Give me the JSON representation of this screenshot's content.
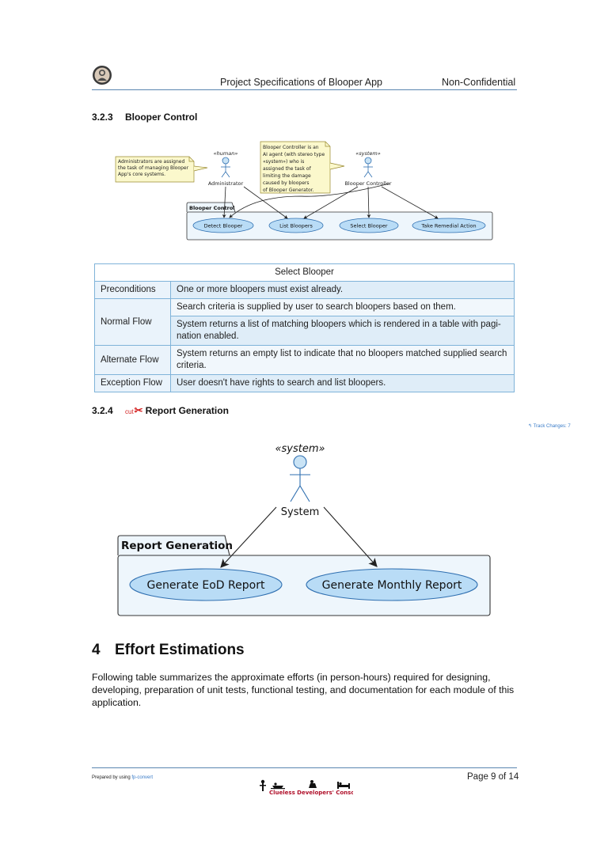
{
  "header": {
    "title": "Project Specifications of Blooper App",
    "classification": "Non-Confidential"
  },
  "section_323": {
    "number": "3.2.3",
    "title": "Blooper Control",
    "diagram": {
      "note_admin": [
        "Administrators are assigned",
        "the task of managing Blooper",
        "App's core systems."
      ],
      "note_controller": [
        "Blooper Controller is an",
        "AI agent (with stereo type",
        "«system») who is",
        "assigned the task of",
        "limiting the damage",
        "caused by bloopers",
        "of Blooper Generator."
      ],
      "actor_admin": {
        "stereotype": "«human»",
        "name": "Administrator"
      },
      "actor_controller": {
        "stereotype": "«system»",
        "name": "Blooper Controller"
      },
      "package": "Blooper Control",
      "use_cases": [
        "Detect Blooper",
        "List Bloopers",
        "Select Blooper",
        "Take Remedial Action"
      ]
    }
  },
  "table": {
    "title": "Select Blooper",
    "preconditions_label": "Preconditions",
    "preconditions": "One or more bloopers must exist already.",
    "normal_flow_label": "Normal Flow",
    "normal_flow": [
      "Search criteria is supplied by user to search bloopers based on them.",
      "System returns a list of matching bloopers which is rendered in a table with pagi-nation enabled."
    ],
    "alternate_flow_label": "Alternate Flow",
    "alternate_flow": "System returns an empty list to indicate that no bloopers matched supplied search criteria.",
    "exception_flow_label": "Exception Flow",
    "exception_flow": "User doesn't have rights to search and list bloopers."
  },
  "section_324": {
    "number": "3.2.4",
    "cut_tag": "cut",
    "title": "Report Generation",
    "track_changes": "↰ Track Changes: 7",
    "diagram": {
      "actor": {
        "stereotype": "«system»",
        "name": "System"
      },
      "package": "Report Generation",
      "use_cases": [
        "Generate EoD Report",
        "Generate Monthly Report"
      ]
    }
  },
  "section_4": {
    "number": "4",
    "title": "Effort Estimations",
    "paragraph": "Following table summarizes the approximate efforts (in person-hours) required for designing, developing, preparation of unit tests, functional testing, and documentation for each module of this application."
  },
  "footer": {
    "prepared_prefix": "Prepared by using ",
    "prepared_link": "fp-convert",
    "page": "Page 9 of 14",
    "consortium": "Clueless Developers' Consortium"
  },
  "colors": {
    "rule": "#5a86b0",
    "usecase_fill": "#b9dcf6",
    "usecase_stroke": "#2f6fb0",
    "package_fill": "#eef6fc",
    "note_fill": "#fbf8cc",
    "link": "#3a7cc8",
    "cut": "#d42020"
  }
}
